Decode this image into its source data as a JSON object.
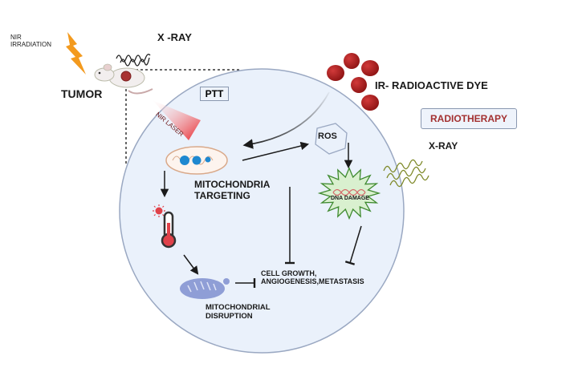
{
  "labels": {
    "nir_irradiation": [
      "NIR",
      "IRRADIATION"
    ],
    "xray_top": "X -RAY",
    "tumor": "TUMOR",
    "ptt": "PTT",
    "nir_laser": "NIR LASER",
    "ir_dye": "IR- RADIOACTIVE DYE",
    "radiotherapy": "RADIOTHERAPY",
    "ros": "ROS",
    "xray_right": "X-RAY",
    "mito_targeting": [
      "MITOCHONDRIA",
      "TARGETING"
    ],
    "dna_damage": "DNA DAMAGE",
    "cell_growth": [
      "CELL GROWTH,",
      "ANGIOGENESIS,METASTASIS"
    ],
    "mito_disruption": [
      "MITOCHONDRIAL",
      "DISRUPTION"
    ]
  },
  "colors": {
    "cell_fill": "#eaf1fb",
    "cell_stroke": "#9aa8c2",
    "lightning": "#f39a1e",
    "dye": "#b52424",
    "radiotherapy_text": "#a33030",
    "laser": "#e8242a",
    "starburst_fill": "#d9f0cf",
    "starburst_stroke": "#3f8a2f",
    "xray_wave_right": "#7f8a2a",
    "mito_disrupt": "#8f9ed6",
    "mito_dots": "#1e88d0"
  }
}
